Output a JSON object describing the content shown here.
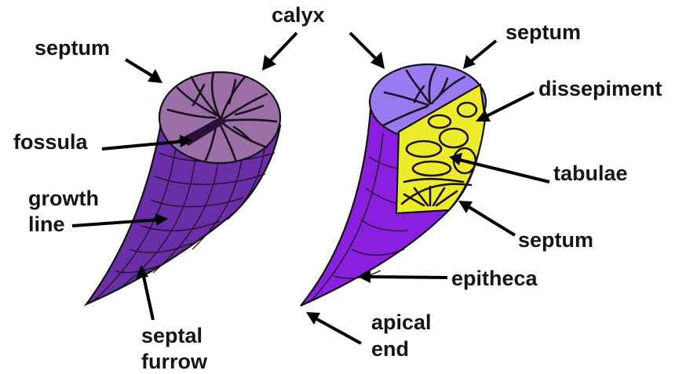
{
  "labels": {
    "calyx": "calyx",
    "septum_left": "septum",
    "fossula": "fossula",
    "growth_line_1": "growth",
    "growth_line_2": "line",
    "septal_furrow_1": "septal",
    "septal_furrow_2": "furrow",
    "septum_top_right": "septum",
    "dissepiment": "dissepiment",
    "tabulae": "tabulae",
    "septum_right": "septum",
    "epitheca": "epitheca",
    "apical_end_1": "apical",
    "apical_end_2": "end"
  },
  "colors": {
    "left_body": "#6a2fa8",
    "left_calyx": "#9c6fa6",
    "right_body": "#8a1fe0",
    "right_calyx": "#9a7af0",
    "cutaway_yellow": "#ecec2a"
  }
}
